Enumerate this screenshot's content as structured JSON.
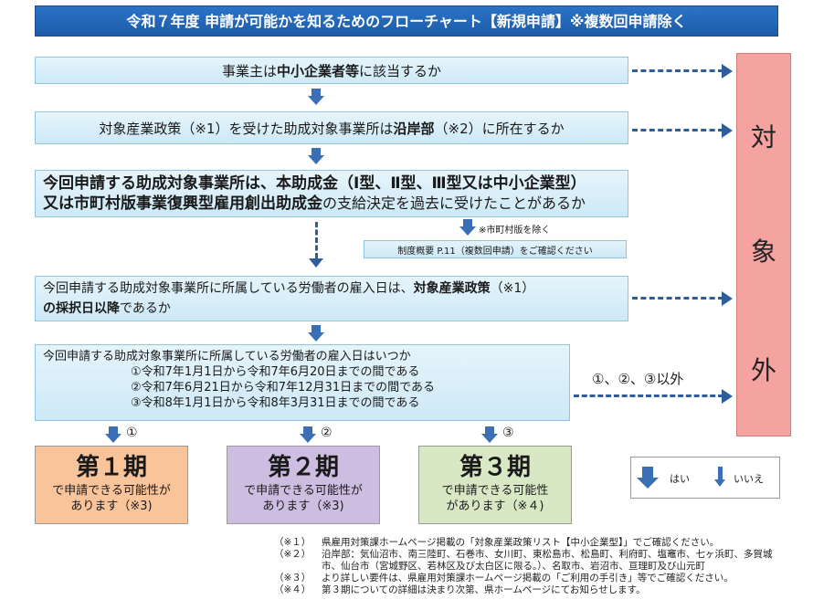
{
  "title": "令和７年度 申請が可能かを知るためのフローチャート【新規申請】※複数回申請除く",
  "q1": {
    "pre": "事業主は",
    "bold": "中小企業者等",
    "post": "に該当するか"
  },
  "q2": {
    "pre": "対象産業政策（※1）を受けた助成対象事業所は",
    "bold": "沿岸部",
    "post": "（※2）に所在するか"
  },
  "q3": {
    "line1": "今回申請する助成対象事業所は、本助成金（Ⅰ型、Ⅱ型、Ⅲ型又は中小企業型）",
    "line2_bold": "又は市町村版事業復興型雇用創出助成金",
    "line2_post": "の支給決定を過去に受けたことがあるか"
  },
  "q3_side_note": "※市町村版を除く",
  "q3_ref": "制度概要 P.11（複数回申請）をご確認ください",
  "q4": {
    "pre": "今回申請する助成対象事業所に所属している労働者の雇入日は、",
    "bold1": "対象産業政策",
    "mid": "（※1）",
    "bold2": "の採択日以降",
    "post": "であるか"
  },
  "q5": {
    "line0": "今回申請する助成対象事業所に所属している労働者の雇入日はいつか",
    "opt1": "①令和7年1月1日から令和7年6月20日までの間である",
    "opt2": "②令和7年6月21日から令和7年12月31日までの間である",
    "opt3": "③令和8年1月1日から令和8年3月31日までの間である"
  },
  "other_label": "①、②、③以外",
  "out": {
    "c1": "対",
    "c2": "象",
    "c3": "外"
  },
  "markers": {
    "m1": "①",
    "m2": "②",
    "m3": "③"
  },
  "periods": [
    {
      "title": "第１期",
      "l1": "で申請できる可能性が",
      "l2": "あります（※3)",
      "color": "#f9c49a"
    },
    {
      "title": "第２期",
      "l1": "で申請できる可能性が",
      "l2": "あります（※3)",
      "color": "#cdbde0"
    },
    {
      "title": "第３期",
      "l1": "で申請できる可能性",
      "l2": "があります（※４)",
      "color": "#d8e8c4"
    }
  ],
  "legend": {
    "yes": "はい",
    "no": "いいえ"
  },
  "notes": [
    {
      "m": "（※１）",
      "t": "県雇用対策課ホームページ掲載の「対象産業政策リスト【中小企業型】」でご確認ください。"
    },
    {
      "m": "（※２）",
      "t": "沿岸部：気仙沼市、南三陸町、石巻市、女川町、東松島市、松島町、利府町、塩竈市、七ヶ浜町、多賀城"
    },
    {
      "m": "",
      "t": "市、仙台市（宮城野区、若林区及び太白区に限る。）、名取市、岩沼市、亘理町及び山元町"
    },
    {
      "m": "（※３）",
      "t": "より詳しい要件は、県雇用対策課ホームページ掲載の「ご利用の手引き」等でご確認ください。"
    },
    {
      "m": "（※４）",
      "t": "第３期についての詳細は決まり次第、県ホームページにてお知らせします。"
    }
  ]
}
